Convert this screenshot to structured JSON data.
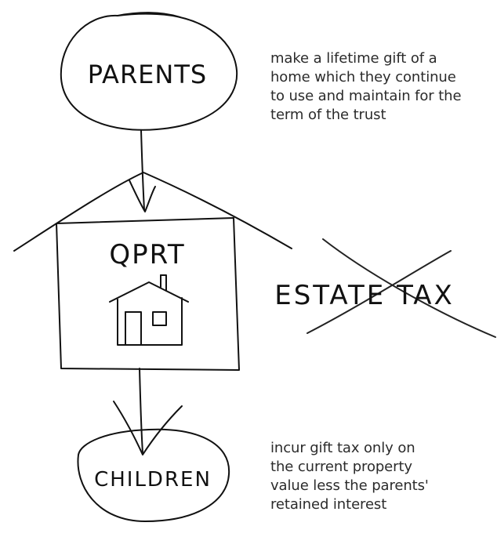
{
  "diagram": {
    "node_parents": "PARENTS",
    "node_qprt": "QPRT",
    "node_children": "CHILDREN",
    "estate_tax_label": "ESTATE TAX"
  },
  "notes": {
    "top": "make a lifetime gift of a\nhome which they continue\nto use and maintain for the\nterm of the trust",
    "bottom": "incur gift tax only on\nthe current property\nvalue less the parents'\nretained interest"
  },
  "colors": {
    "ink": "#111111",
    "pencil": "#8f8f8f",
    "text": "#2b2b2b"
  },
  "icons": [
    "house-icon",
    "strike-through-x"
  ]
}
